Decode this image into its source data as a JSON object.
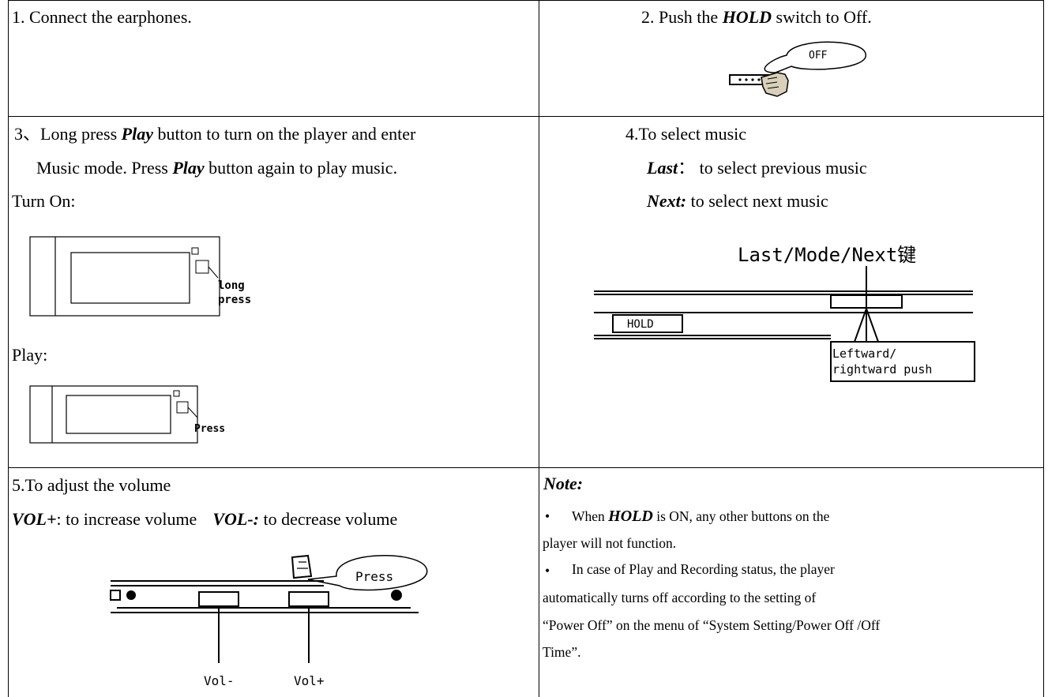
{
  "cell1": {
    "text": "1. Connect the earphones."
  },
  "cell2": {
    "pre": "2. Push the ",
    "hold": "HOLD",
    "post": " switch to Off.",
    "bubble": "OFF"
  },
  "cell3": {
    "line1_pre": "3、Long press ",
    "play1": "Play",
    "line1_post": " button to turn on the player and enter",
    "line2_pre": "Music mode. Press ",
    "play2": "Play",
    "line2_post": " button again to play music.",
    "turn_on": "Turn On:",
    "long_press_1": "long",
    "long_press_2": "press",
    "play_label": "Play:",
    "press": "Press"
  },
  "cell4": {
    "title": "4.To select music",
    "last_key": "Last",
    "last_desc": "：  to select previous music",
    "next_key": "Next:",
    "next_desc": " to select next music",
    "diagram_title": "Last/Mode/Next键",
    "hold_label": "HOLD",
    "push_1": "Leftward/",
    "push_2": "rightward push"
  },
  "cell5": {
    "title": "5.To adjust the volume",
    "vol_plus_key": "VOL+",
    "vol_plus_desc": ": to increase volume",
    "vol_minus_key": "VOL-:",
    "vol_minus_desc": " to decrease volume",
    "bubble": "Press",
    "vol_minus_label": "Vol-",
    "vol_plus_label": "Vol+"
  },
  "note": {
    "title": "Note:",
    "bullet": "•",
    "b1_pre": "When ",
    "b1_hold": "HOLD",
    "b1_post": " is ON, any other buttons on the",
    "b1_line2": "player will not function.",
    "b2_line1": "In case of Play and Recording status, the player",
    "b2_line2": "automatically turns off according to the setting of",
    "b2_line3": "“Power Off” on the menu of “System Setting/Power Off /Off",
    "b2_line4": "Time”."
  }
}
